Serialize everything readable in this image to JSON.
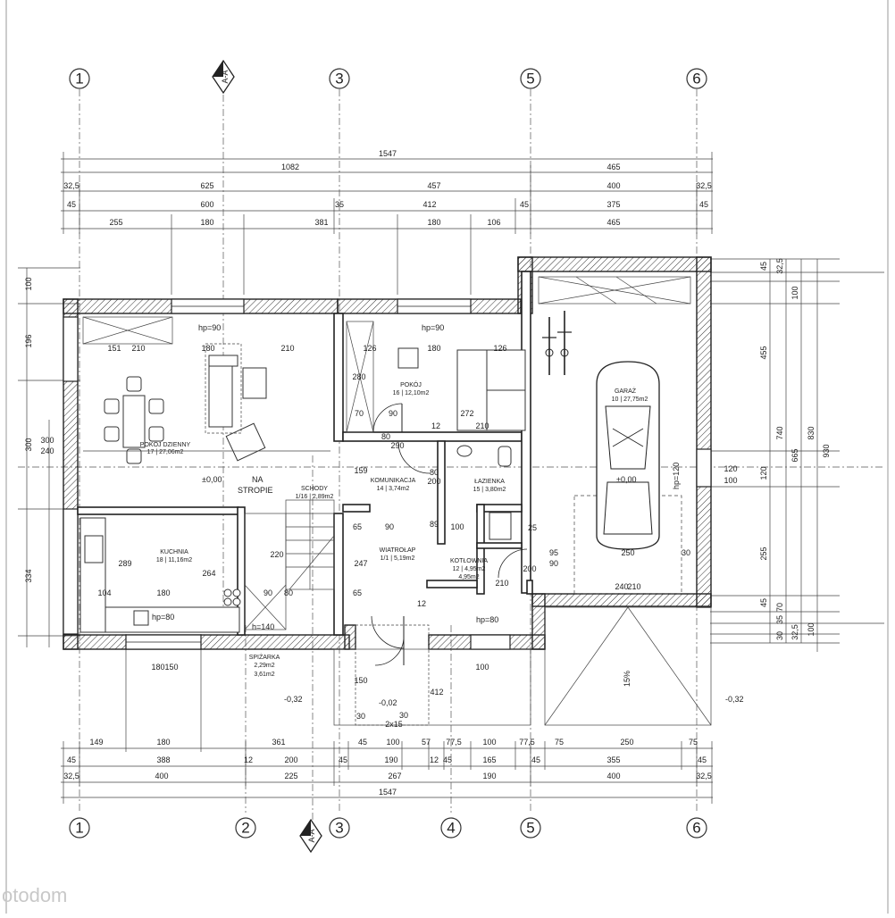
{
  "axes_top": [
    "1",
    "3",
    "5",
    "6"
  ],
  "axes_bottom": [
    "1",
    "2",
    "3",
    "4",
    "5",
    "6"
  ],
  "section_marker": "A-A",
  "dims_top": {
    "row1": [
      "1547"
    ],
    "row2": [
      "1082",
      "465"
    ],
    "row3": [
      "32,5",
      "625",
      "457",
      "400",
      "32,5"
    ],
    "row4": [
      "45",
      "600",
      "35",
      "412",
      "45",
      "375",
      "45"
    ],
    "row5": [
      "255",
      "180",
      "381",
      "180",
      "106",
      "465"
    ]
  },
  "dims_bottom": {
    "row1": [
      "149",
      "180",
      "361",
      "45",
      "100",
      "57",
      "77,5",
      "100",
      "77,5",
      "75",
      "250",
      "75"
    ],
    "row2": [
      "45",
      "388",
      "12",
      "200",
      "45",
      "190",
      "12",
      "45",
      "165",
      "45",
      "355",
      "45"
    ],
    "row3": [
      "32,5",
      "400",
      "225",
      "267",
      "190",
      "400",
      "32,5"
    ],
    "row4": [
      "1547"
    ]
  },
  "dims_left": [
    "100",
    "196",
    "300",
    "240",
    "334"
  ],
  "dims_right": [
    "45",
    "32,5",
    "100",
    "455",
    "740",
    "665",
    "830",
    "930",
    "120",
    "100",
    "255",
    "45",
    "70",
    "35",
    "32,5",
    "30",
    "100"
  ],
  "rooms": {
    "living": {
      "name": "POKÓJ DZIENNY",
      "area": "17 | 27,06m2"
    },
    "bedroom": {
      "name": "POKÓJ",
      "area": "16 | 12,10m2"
    },
    "garage": {
      "name": "GARAŻ",
      "area": "10 | 27,75m2"
    },
    "communication": {
      "name": "KOMUNIKACJA",
      "area": "14 | 3,74m2"
    },
    "bathroom": {
      "name": "ŁAZIENKA",
      "area": "15 | 3,80m2"
    },
    "stairs": {
      "name": "SCHODY",
      "area": "1/16 | 2,89m2"
    },
    "kitchen": {
      "name": "KUCHNIA",
      "area": "18 | 11,16m2"
    },
    "wardrobe": {
      "name": "WIATROŁAP",
      "area": "1/1 | 5,19m2"
    },
    "boiler": {
      "name": "KOTŁOWNIA",
      "area": "12 | 4,95m2",
      "area2": "4,95m2"
    },
    "pantry": {
      "name": "SPIŻARKA",
      "area": "2,29m2",
      "area2": "3,61m2"
    }
  },
  "labels": {
    "na_stropie_1": "NA",
    "na_stropie_2": "STROPIE",
    "level_main": "±0,00",
    "level_garage": "±0,00",
    "level_outside_left": "-0,32",
    "level_outside_center": "-0,02",
    "level_outside_right": "-0,32",
    "hp90_left": "hp=90",
    "hp90_bed": "hp=90",
    "hp80_kitchen": "hp=80",
    "hp80_boiler": "hp=80",
    "hp120": "hp=120",
    "hp140": "h=140",
    "slope": "15%"
  },
  "interior_dims": [
    "151",
    "210",
    "180",
    "210",
    "126",
    "180",
    "126",
    "280",
    "90",
    "70",
    "12",
    "272",
    "210",
    "80",
    "290",
    "200",
    "80",
    "159",
    "89",
    "104",
    "180",
    "289",
    "264",
    "220",
    "90",
    "80",
    "65",
    "247",
    "90",
    "65",
    "25",
    "100",
    "95",
    "200",
    "90",
    "210",
    "12",
    "250",
    "30",
    "210",
    "240",
    "180",
    "150",
    "100",
    "150",
    "30",
    "412",
    "2x15",
    "30"
  ],
  "watermark": "otodom"
}
